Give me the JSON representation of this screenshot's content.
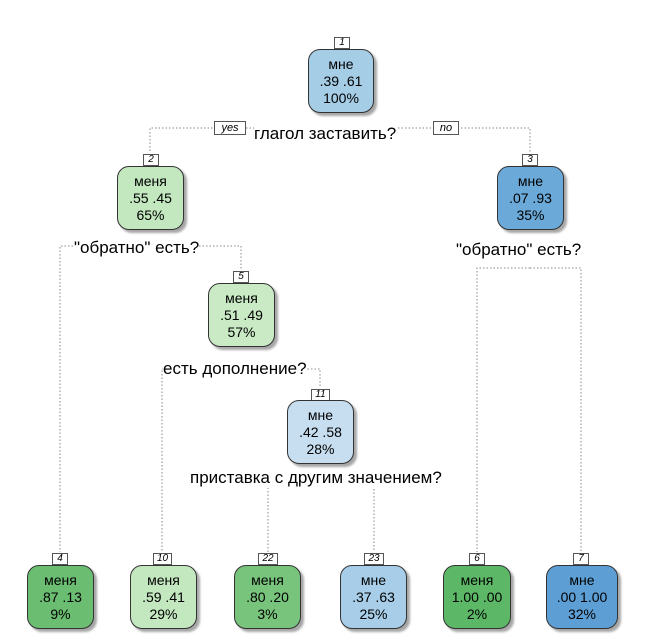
{
  "tree": {
    "root_split": "глагол заставить?",
    "yes_label": "yes",
    "no_label": "no",
    "nodes": [
      {
        "id": "1",
        "class": "мне",
        "probs": ".39  .61",
        "pct": "100%",
        "color": "#a6cde6"
      },
      {
        "id": "2",
        "class": "меня",
        "probs": ".55  .45",
        "pct": "65%",
        "color": "#c3e7bf"
      },
      {
        "id": "3",
        "class": "мне",
        "probs": ".07  .93",
        "pct": "35%",
        "color": "#6ba9d8"
      },
      {
        "id": "5",
        "class": "меня",
        "probs": ".51  .49",
        "pct": "57%",
        "color": "#c9eac5"
      },
      {
        "id": "11",
        "class": "мне",
        "probs": ".42  .58",
        "pct": "28%",
        "color": "#c7def0"
      },
      {
        "id": "4",
        "class": "меня",
        "probs": ".87  .13",
        "pct": "9%",
        "color": "#6bbd72"
      },
      {
        "id": "10",
        "class": "меня",
        "probs": ".59  .41",
        "pct": "29%",
        "color": "#c3e7bf"
      },
      {
        "id": "22",
        "class": "меня",
        "probs": ".80  .20",
        "pct": "3%",
        "color": "#78c47c"
      },
      {
        "id": "23",
        "class": "мне",
        "probs": ".37  .63",
        "pct": "25%",
        "color": "#a7cde8"
      },
      {
        "id": "6",
        "class": "меня",
        "probs": "1.00  .00",
        "pct": "2%",
        "color": "#5cb867"
      },
      {
        "id": "7",
        "class": "мне",
        "probs": ".00  1.00",
        "pct": "32%",
        "color": "#5d9fd5"
      }
    ],
    "splits": {
      "n2": "\"обратно\"  есть?",
      "n3": "\"обратно\" есть?",
      "n5": "есть дополнение?",
      "n11": "приставка с другим значением?"
    }
  }
}
